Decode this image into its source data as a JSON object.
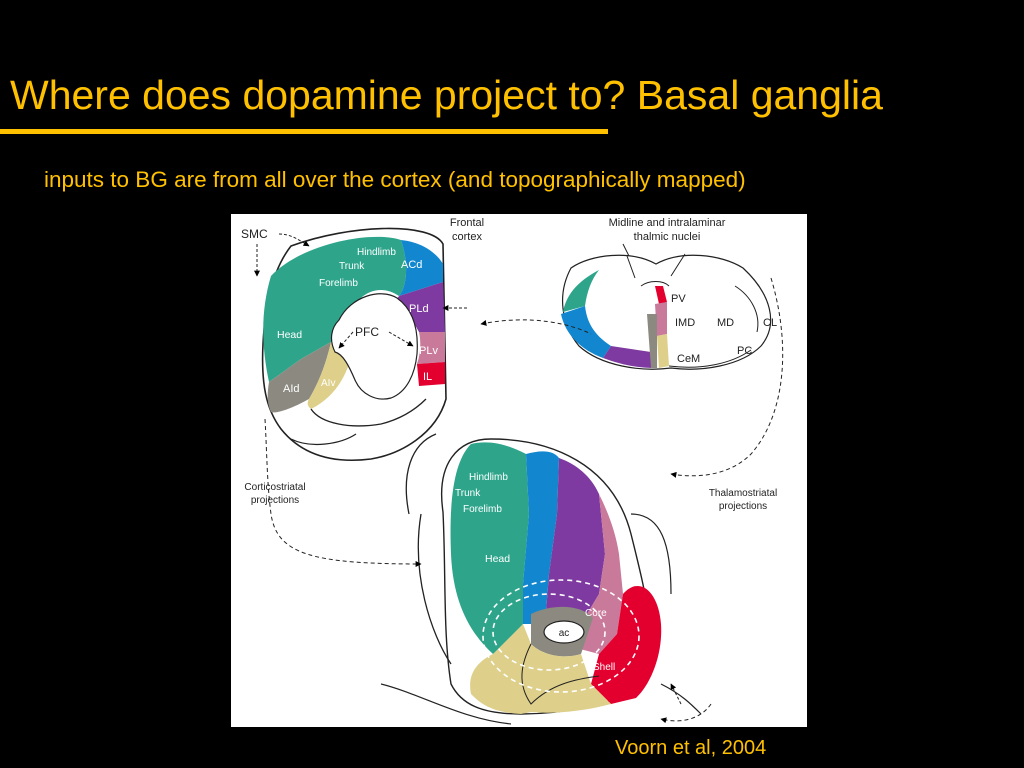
{
  "slide": {
    "title": "Where does dopamine project to? Basal ganglia",
    "subtitle": "inputs to BG are from all over the cortex (and topographically mapped)",
    "citation": "Voorn et al, 2004"
  },
  "colors": {
    "accent": "#FFC000",
    "background": "#000000",
    "motor_green": "#2EA58B",
    "acd_blue": "#1287CF",
    "pld_purple": "#7E3AA0",
    "plv_pink": "#C97A9A",
    "il_red": "#E3002F",
    "ai_gray": "#8C8A80",
    "aiv_tan": "#DED08A"
  },
  "diagram": {
    "cortex": {
      "header": [
        "Frontal",
        "cortex"
      ],
      "smc": "SMC",
      "pfc": "PFC",
      "regions": {
        "hindlimb": "Hindlimb",
        "trunk": "Trunk",
        "forelimb": "Forelimb",
        "head": "Head",
        "acd": "ACd",
        "pld": "PLd",
        "plv": "PLv",
        "il": "IL",
        "aid": "AId",
        "aiv": "AIv"
      }
    },
    "thalamus": {
      "header": [
        "Midline and intralaminar",
        "thalmic nuclei"
      ],
      "nuclei": {
        "pv": "PV",
        "imd": "IMD",
        "md": "MD",
        "cl": "CL",
        "pc": "PC",
        "cem": "CeM"
      }
    },
    "striatum": {
      "regions": {
        "hindlimb": "Hindlimb",
        "trunk": "Trunk",
        "forelimb": "Forelimb",
        "head": "Head",
        "core": "Core",
        "ac": "ac",
        "shell": "Shell"
      }
    },
    "projections": {
      "corticostriatal": [
        "Corticostriatal",
        "projections"
      ],
      "thalamostriatal": [
        "Thalamostriatal",
        "projections"
      ]
    }
  }
}
